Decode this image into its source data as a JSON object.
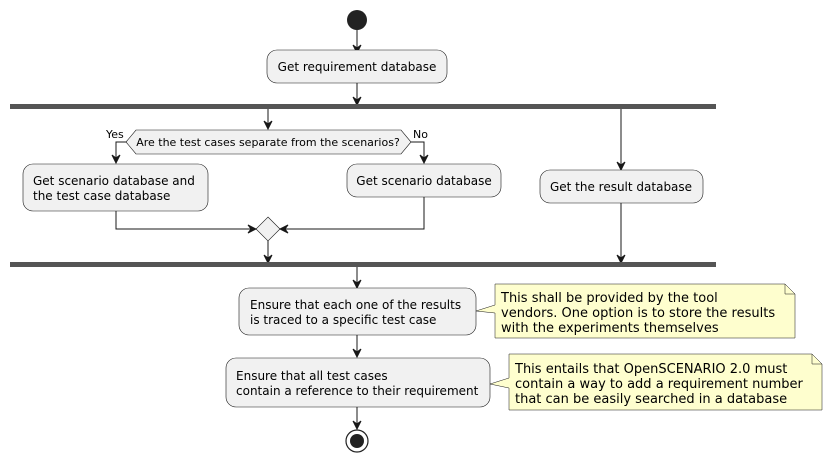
{
  "nodes": {
    "get_requirement_db": [
      "Get requirement database"
    ],
    "decision": [
      "Are the test cases separate from the scenarios?"
    ],
    "get_scenario_and_testcase_db": [
      "Get scenario database and",
      "the test case database"
    ],
    "get_scenario_db": [
      "Get scenario database"
    ],
    "get_result_db": [
      "Get the result database"
    ],
    "ensure_results_traced": [
      "Ensure that each one of the results",
      "is traced to a specific test case"
    ],
    "ensure_test_cases_reference": [
      "Ensure that all test cases",
      "contain a reference to their requirement"
    ]
  },
  "branches": {
    "yes": "Yes",
    "no": "No"
  },
  "notes": {
    "results_note": [
      "This shall be provided by the tool",
      "vendors. One option is to store the results",
      "with the experiments themselves"
    ],
    "requirement_note": [
      "This entails that OpenSCENARIO 2.0 must",
      "contain a way to add a requirement number",
      "that can be easily searched in a database"
    ]
  },
  "colors": {
    "node_fill": "#f1f1f1",
    "note_fill": "#fefece",
    "line": "#181818",
    "fork_bar": "#555555"
  }
}
